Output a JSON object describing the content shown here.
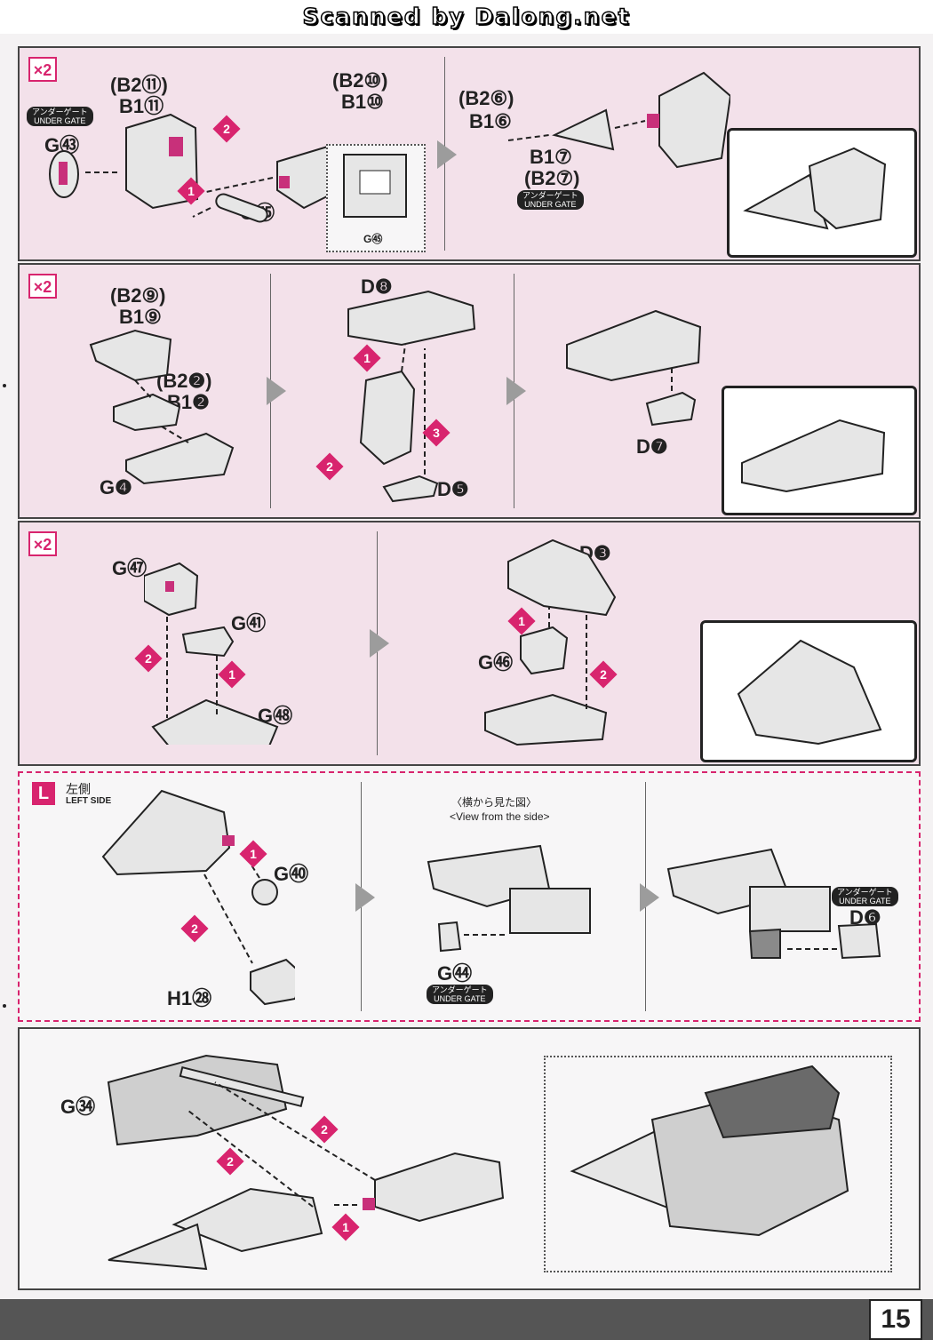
{
  "header": {
    "title": "Scanned by Dalong.net"
  },
  "page_number": "15",
  "common": {
    "multiplier": "×2",
    "under_gate_jp": "アンダーゲート",
    "under_gate_en": "UNDER GATE"
  },
  "row1": {
    "left": {
      "b2_label": "(B2⑪)",
      "b1_label": "B1⑪",
      "b2_label_2": "(B2⑩)",
      "b1_label_2": "B1⑩",
      "g43": "G㊸",
      "g45": "G㊺",
      "g45_inset": "G㊺",
      "step1": "1",
      "step2": "2"
    },
    "right": {
      "b2_label": "(B2⑥)",
      "b1_label": "B1⑥",
      "b1_label_2": "B1⑦",
      "b2_label_2": "(B2⑦)"
    }
  },
  "row2": {
    "a": {
      "b2_9": "(B2⑨)",
      "b1_9": "B1⑨",
      "b2_2": "(B2❷)",
      "b1_2": "B1❷",
      "g4": "G❹"
    },
    "b": {
      "d8": "D❽",
      "d5": "D❺",
      "step1": "1",
      "step2": "2",
      "step3": "3"
    },
    "c": {
      "d7": "D❼"
    }
  },
  "row3": {
    "a": {
      "g47": "G㊼",
      "g41": "G㊶",
      "g48": "G㊽",
      "step1": "1",
      "step2": "2"
    },
    "b": {
      "d3": "D❸",
      "g46": "G㊻",
      "step1": "1",
      "step2": "2"
    }
  },
  "row4": {
    "badge": "L",
    "side_jp": "左側",
    "side_en": "LEFT SIDE",
    "a": {
      "g40": "G㊵",
      "h1_28": "H1㉘",
      "step1": "1",
      "step2": "2"
    },
    "b": {
      "view_jp": "〈横から見た図〉",
      "view_en": "<View from the side>",
      "g44": "G㊹"
    },
    "c": {
      "d6": "D❻"
    }
  },
  "row5": {
    "g34": "G㉞",
    "step1": "1",
    "step2a": "2",
    "step2b": "2"
  }
}
